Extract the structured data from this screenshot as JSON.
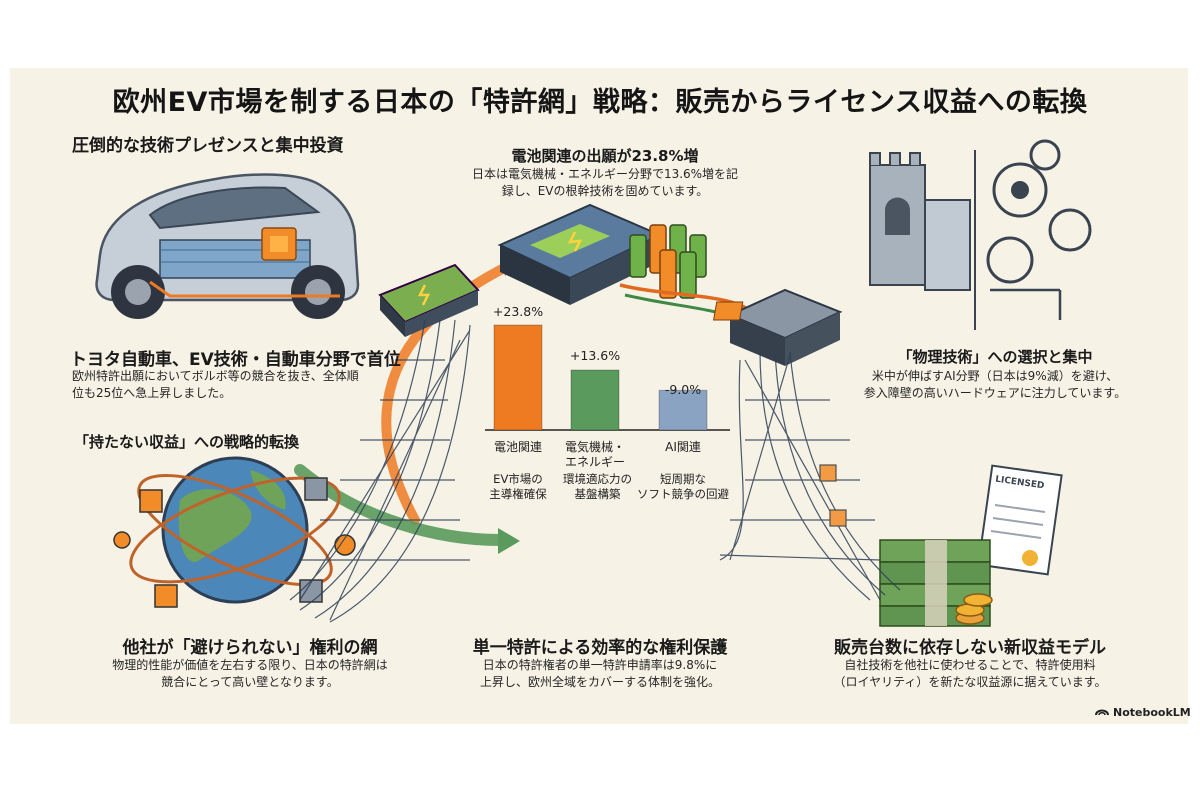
{
  "title": "欧州EV市場を制する日本の「特許網」戦略：販売からライセンス収益への転換",
  "sections": {
    "presence": {
      "heading": "圧倒的な技術プレゼンスと集中投資"
    },
    "toyota": {
      "heading": "トヨタ自動車、EV技術・自動車分野で首位",
      "body_1": "欧州特許出願においてボルボ等の競合を抜き、全体順",
      "body_2": "位も25位へ急上昇しました。"
    },
    "battery": {
      "heading": "電池関連の出願が23.8%増",
      "body_1": "日本は電気機械・エネルギー分野で13.6%増を記",
      "body_2": "録し、EVの根幹技術を固めています。"
    },
    "physical": {
      "heading": "「物理技術」への選択と集中",
      "body_1": "米中が伸ばすAI分野（日本は9%減）を避け、",
      "body_2": "参入障壁の高いハードウェアに注力しています。"
    },
    "revenue_shift": {
      "heading": "「持たない収益」への戦略的転換"
    },
    "net": {
      "heading": "他社が「避けられない」権利の網",
      "body_1": "物理的性能が価値を左右する限り、日本の特許網は",
      "body_2": "競合にとって高い壁となります。"
    },
    "single_patent": {
      "heading": "単一特許による効率的な権利保護",
      "body_1": "日本の特許権者の単一特許申請率は9.8%に",
      "body_2": "上昇し、欧州全域をカバーする体制を強化。"
    },
    "new_model": {
      "heading": "販売台数に依存しない新収益モデル",
      "body_1": "自社技術を他社に使わせることで、特許使用料",
      "body_2": "（ロイヤリティ）を新たな収益源に据えています。"
    }
  },
  "chart_data": {
    "type": "bar",
    "categories": [
      "電池関連",
      "電気機械・エネルギー",
      "AI関連"
    ],
    "category_lines": [
      [
        "電池関連"
      ],
      [
        "電気機械・",
        "エネルギー"
      ],
      [
        "AI関連"
      ]
    ],
    "values": [
      23.8,
      13.6,
      -9.0
    ],
    "value_labels": [
      "+23.8%",
      "+13.6%",
      "-9.0%"
    ],
    "sublabels": [
      [
        "EV市場の",
        "主導権確保"
      ],
      [
        "環境適応力の",
        "基盤構築"
      ],
      [
        "短周期な",
        "ソフト競争の回避"
      ]
    ],
    "colors": [
      "#ee7a22",
      "#5a9a5c",
      "#8aa3c2"
    ]
  },
  "decor": {
    "license_doc_text": "LICENSED",
    "battery_icon": "lightning-bolt-icon"
  },
  "brand": {
    "name": "NotebookLM",
    "icon": "notebooklm-logo-icon"
  },
  "colors": {
    "panel_bg": "#f6f2e6",
    "accent_orange": "#ee7a22",
    "accent_green": "#5a9a5c",
    "accent_blue": "#8aa3c2",
    "net": "#2d3e55"
  }
}
